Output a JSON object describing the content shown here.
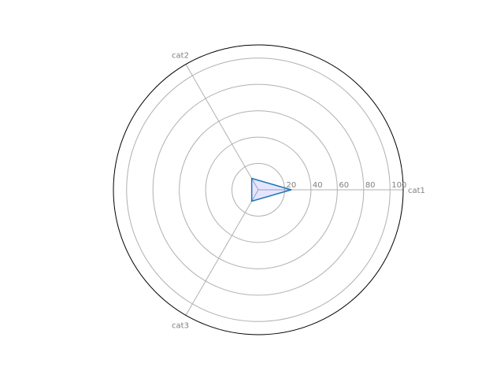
{
  "chart_data": {
    "type": "radar",
    "title": "",
    "categories": [
      "cat1",
      "cat2",
      "cat3"
    ],
    "series": [
      {
        "values": [
          25,
          10,
          10
        ],
        "line_color": "#1f77b4",
        "fill_color": "#0000ff",
        "fill_opacity": 0.1
      }
    ],
    "rlim": [
      0,
      110
    ],
    "radial_ticks": [
      20,
      40,
      60,
      80,
      100
    ],
    "radial_tick_labels": [
      "20",
      "40",
      "60",
      "80",
      "100"
    ],
    "grid": true,
    "grid_color": "#b0b0b0",
    "outer_circle_color": "#000000",
    "label_color": "#808080"
  }
}
